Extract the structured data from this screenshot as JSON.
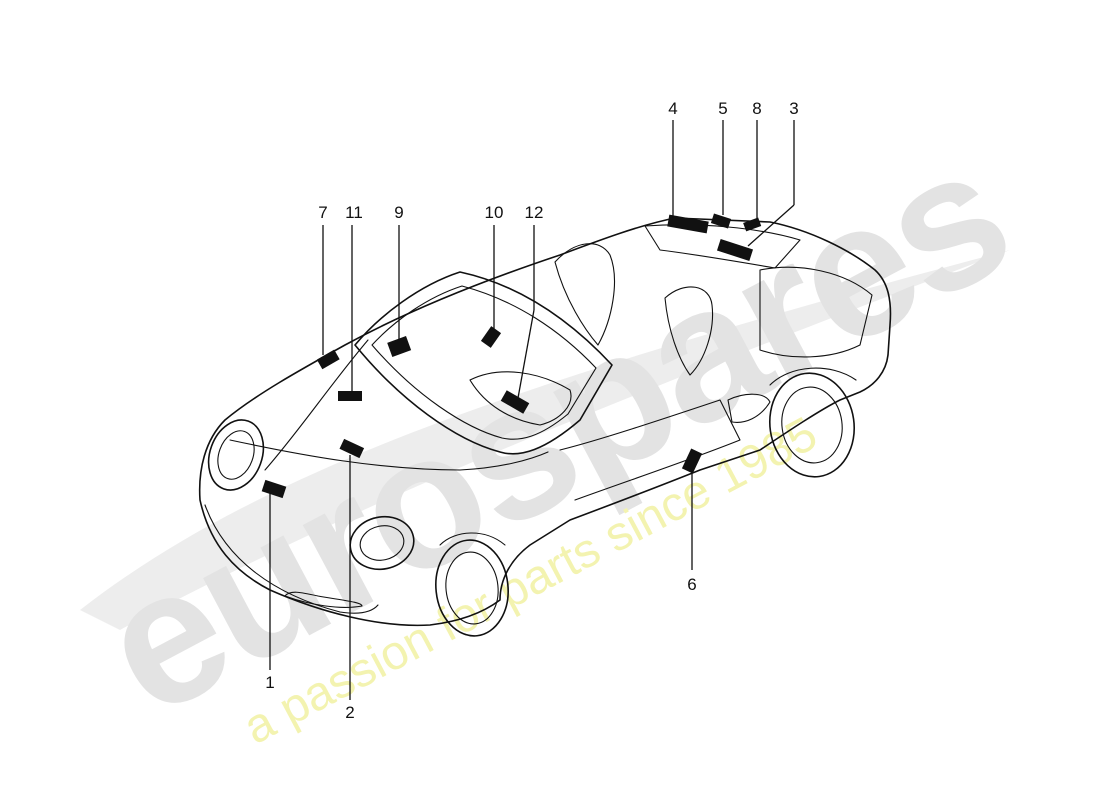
{
  "diagram": {
    "callouts": [
      {
        "id": "c1",
        "text": "1"
      },
      {
        "id": "c2",
        "text": "2"
      },
      {
        "id": "c3",
        "text": "3"
      },
      {
        "id": "c4",
        "text": "4"
      },
      {
        "id": "c5",
        "text": "5"
      },
      {
        "id": "c6",
        "text": "6"
      },
      {
        "id": "c7",
        "text": "7"
      },
      {
        "id": "c8",
        "text": "8"
      },
      {
        "id": "c9",
        "text": "9"
      },
      {
        "id": "c10",
        "text": "10"
      },
      {
        "id": "c11",
        "text": "11"
      },
      {
        "id": "c12",
        "text": "12"
      }
    ]
  },
  "watermark": {
    "brand": "eurospares",
    "tagline": "a passion for parts since 1985",
    "brand_color": "#e3e3e3",
    "tagline_color": "#f3f3b0"
  }
}
